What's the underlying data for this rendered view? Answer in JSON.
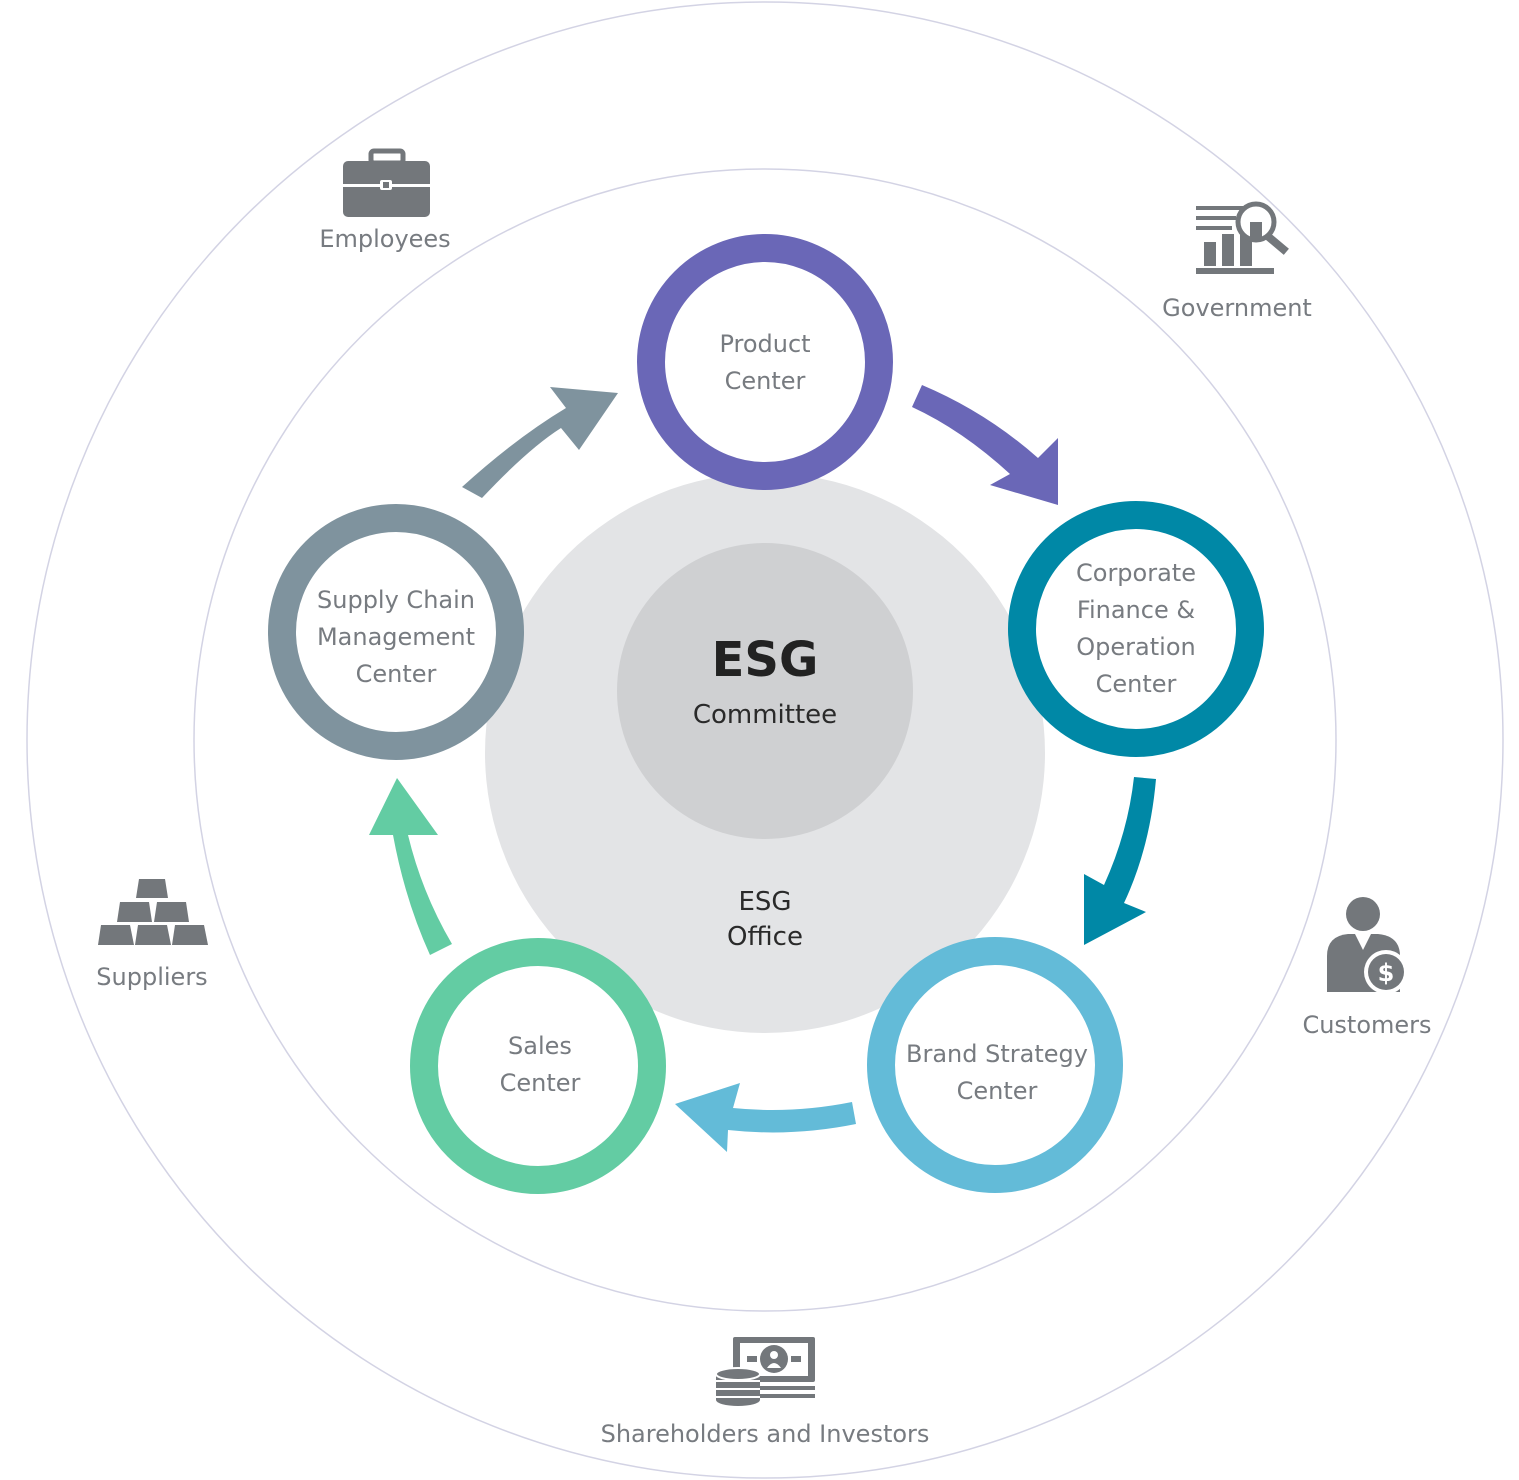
{
  "colors": {
    "product": "#6a67b7",
    "finance": "#0088a6",
    "brand": "#63bbd8",
    "sales": "#63cca3",
    "supply": "#7f939e",
    "icon": "#73777b",
    "ring_outline": "#d3d3e4",
    "office_circle": "#e3e4e6",
    "committee_circle": "#cfd0d2",
    "label_text": "#777b80"
  },
  "core": {
    "committee_title": "ESG",
    "committee_subtitle": "Committee",
    "office_line1": "ESG",
    "office_line2": "Office"
  },
  "centers": {
    "product": [
      "Product",
      "Center"
    ],
    "finance": [
      "Corporate",
      "Finance &",
      "Operation",
      "Center"
    ],
    "brand": [
      "Brand Strategy",
      "Center"
    ],
    "sales": [
      "Sales",
      "Center"
    ],
    "supply": [
      "Supply Chain",
      "Management",
      "Center"
    ]
  },
  "stakeholders": {
    "employees": {
      "label": "Employees",
      "icon": "briefcase-icon"
    },
    "government": {
      "label": "Government",
      "icon": "chart-magnifier-icon"
    },
    "suppliers": {
      "label": "Suppliers",
      "icon": "gold-bars-icon"
    },
    "customers": {
      "label": "Customers",
      "icon": "customer-dollar-icon"
    },
    "shareholders": {
      "label": "Shareholders and Investors",
      "icon": "money-coins-icon"
    }
  }
}
